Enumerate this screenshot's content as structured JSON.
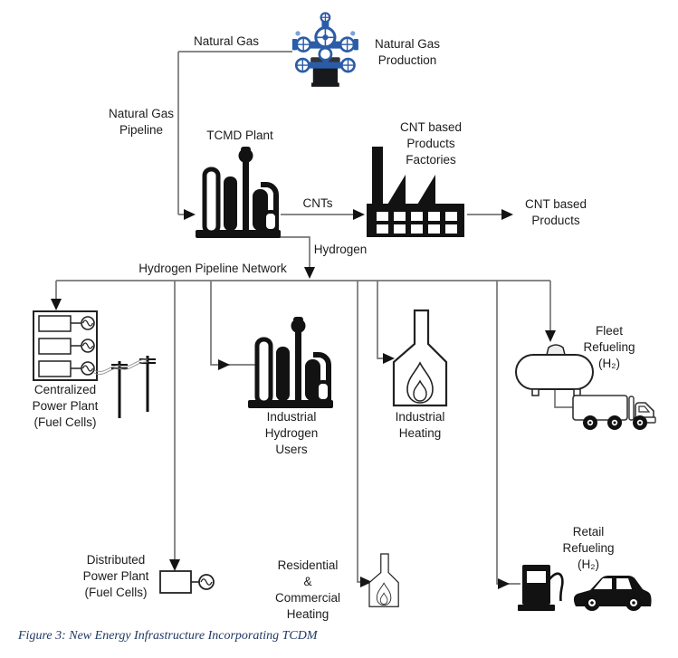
{
  "figure": {
    "caption": "Figure 3: New Energy Infrastructure Incorporating TCDM"
  },
  "labels": {
    "natural_gas": "Natural Gas",
    "natural_gas_production": "Natural Gas\nProduction",
    "natural_gas_pipeline": "Natural Gas\nPipeline",
    "tcmd_plant": "TCMD Plant",
    "cnts": "CNTs",
    "cnt_factories": "CNT based\nProducts\nFactories",
    "cnt_products": "CNT based\nProducts",
    "hydrogen": "Hydrogen",
    "hydrogen_pipeline_network": "Hydrogen Pipeline Network",
    "centralized_power_plant": "Centralized\nPower Plant\n(Fuel Cells)",
    "industrial_hydrogen_users": "Industrial\nHydrogen\nUsers",
    "industrial_heating": "Industrial\nHeating",
    "fleet_refueling": "Fleet\nRefueling\n(H₂)",
    "distributed_power_plant": "Distributed\nPower Plant\n(Fuel Cells)",
    "residential_commercial_heating": "Residential\n&\nCommercial\nHeating",
    "retail_refueling": "Retail\nRefueling\n(H₂)"
  },
  "icons": {
    "wellhead": "natural-gas-wellhead (blue christmas-tree valve assembly)",
    "tcmd_plant": "black refinery/chemical plant silhouette",
    "factory": "black factory with chimney, sawtooth roof, window grid",
    "fuel_cell_stack": "fuel-cell stack with three AC generators and utility poles",
    "industrial_plant": "black refinery silhouette (industrial hydrogen users)",
    "furnace": "outlined furnace with flame (industrial heating)",
    "storage_tank": "horizontal H2 storage tank",
    "truck": "outlined fleet truck, three wheels",
    "small_generator": "box with AC generator (distributed power plant)",
    "small_furnace": "small furnace with flame (residential heating)",
    "fuel_pump": "black fuel dispenser with hose",
    "car": "black car silhouette"
  },
  "colors": {
    "background": "#ffffff",
    "connector_line": "#767676",
    "arrowhead": "#141414",
    "icon_black": "#121212",
    "wellhead_blue": "#2b5ca8",
    "wellhead_base": "#17191c",
    "caption_blue": "#1f3864",
    "text": "#1c1c1c"
  }
}
